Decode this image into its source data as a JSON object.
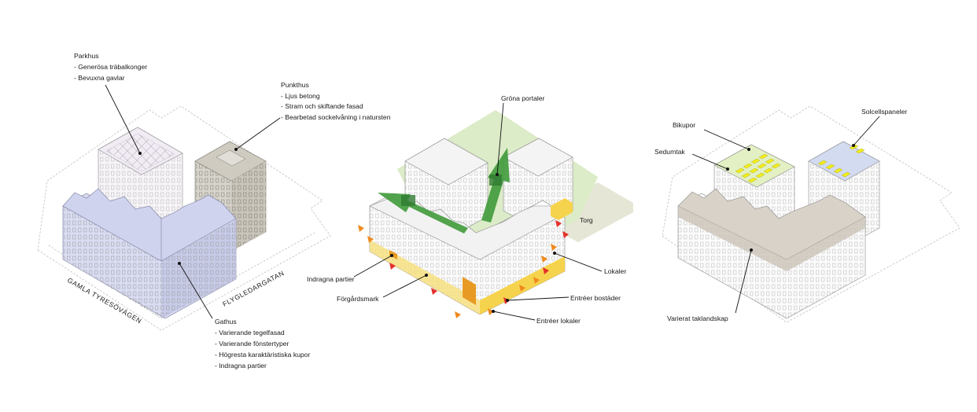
{
  "colors": {
    "gathus": "#d9dcf2",
    "gathus_side": "#c7cbe8",
    "parkhus": "#f3eef6",
    "punkthus": "#d7d4cc",
    "punkthus_side": "#c9c5bb",
    "green_area": "#dcebc8",
    "torg": "#e6e6d6",
    "green_arrow": "#3f9a3a",
    "lokaler_orange": "#e79b24",
    "lokaler_yellow": "#f6d34c",
    "entrance_red": "#e4312b",
    "entrance_orange": "#f08a1e",
    "sedum": "#e2f0c4",
    "bikupor_yellow": "#f3ee1a",
    "solar": "#d2dbf0",
    "tak": "#d9d2c8",
    "tak_side": "#cbc3b8"
  },
  "diagram1": {
    "parkhus": {
      "title": "Parkhus",
      "items": [
        "- Generösa träbalkonger",
        "- Bevuxna gavlar"
      ]
    },
    "punkthus": {
      "title": "Punkthus",
      "items": [
        "- Ljus betong",
        "- Stram och skiftande fasad",
        "- Bearbetad sockelvåning i natursten"
      ]
    },
    "gathus": {
      "title": "Gathus",
      "items": [
        "- Varierande tegelfasad",
        "- Varierande fönstertyper",
        "- Högresta karaktäristiska kupor",
        "- Indragna partier"
      ]
    },
    "street_a": "GAMLA TYRESÖVÄGEN",
    "street_b": "FLYGLEDARGATAN"
  },
  "diagram2": {
    "grona_portaler": "Gröna portaler",
    "torg": "Torg",
    "lokaler": "Lokaler",
    "indragna": "Indragna partier",
    "forgard": "Förgårdsmark",
    "entreer_bostader": "Entréer bostäder",
    "entreer_lokaler": "Entréer lokaler"
  },
  "diagram3": {
    "bikupor": "Bikupor",
    "solceller": "Solcellspaneler",
    "sedum": "Sedumtak",
    "takland": "Varierat taklandskap"
  }
}
